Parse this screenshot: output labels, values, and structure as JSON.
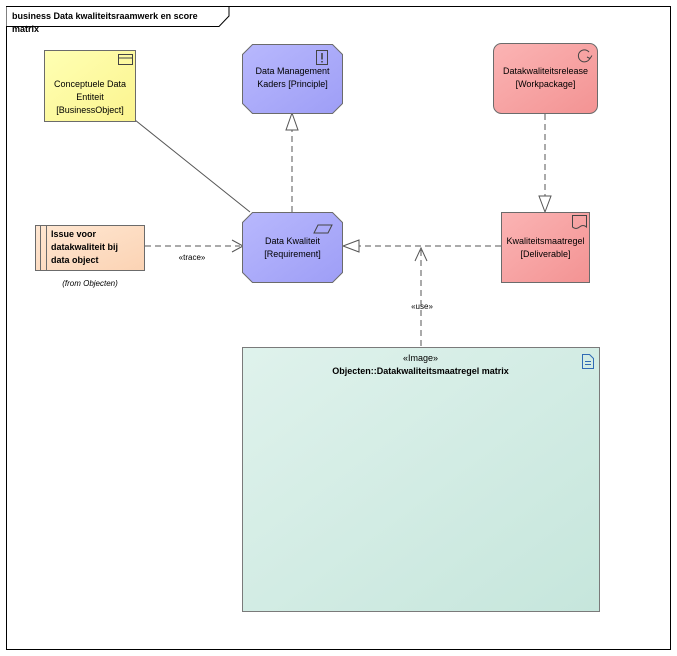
{
  "diagram": {
    "title": "business Data kwaliteitsraamwerk en score matrix",
    "nodes": {
      "concept": {
        "lines": [
          "Conceptuele Data",
          "Entiteit",
          "[BusinessObject]"
        ],
        "fill": "#ffff99",
        "icon": "business-object-icon"
      },
      "principle": {
        "lines": [
          "Data Management",
          "Kaders [Principle]"
        ],
        "fill": "#a9a9fb",
        "icon": "exclamation-icon"
      },
      "workpackage": {
        "lines": [
          "Datakwaliteitsrelease",
          "[Workpackage]"
        ],
        "fill": "#f8a5a5",
        "icon": "cycle-arrow-icon"
      },
      "issue": {
        "lines": [
          "Issue voor",
          "datakwaliteit bij",
          "data object"
        ],
        "subtitle": "(from Objecten)",
        "fill": "#fde0c8",
        "icon": "object-bars-icon"
      },
      "requirement": {
        "lines": [
          "Data Kwaliteit",
          "[Requirement]"
        ],
        "fill": "#a9a9fb",
        "icon": "parallelogram-icon"
      },
      "deliverable": {
        "lines": [
          "Kwaliteitsmaatregel",
          "[Deliverable]"
        ],
        "fill": "#f8a5a5",
        "icon": "document-icon"
      },
      "image": {
        "stereotype": "«Image»",
        "name": "Objecten::Datakwaliteitsmaatregel matrix",
        "fill": "#cbe9df",
        "icon": "page-icon"
      }
    },
    "edges": {
      "trace": "«trace»",
      "use": "«use»"
    },
    "colors": {
      "line": "#555555",
      "border": "#6b6b6b",
      "image_border": "#7a7a7a"
    }
  }
}
